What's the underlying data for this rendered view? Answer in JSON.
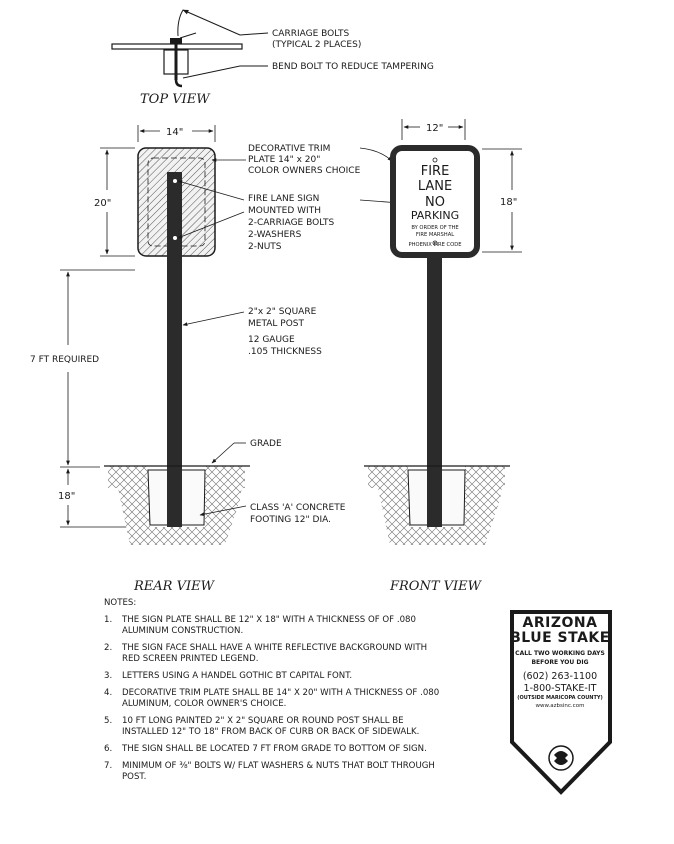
{
  "top_view": {
    "caption": "TOP VIEW",
    "callout_bolts_line1": "CARRIAGE BOLTS",
    "callout_bolts_line2": "(TYPICAL 2 PLACES)",
    "callout_bend": "BEND BOLT TO REDUCE TAMPERING"
  },
  "rear_view": {
    "caption": "REAR VIEW",
    "dim_width": "14\"",
    "dim_height": "20\"",
    "dim_post": "7 FT REQUIRED",
    "dim_footing": "18\"",
    "callout_trim": [
      "DECORATIVE TRIM",
      "PLATE 14\" x 20\"",
      "COLOR OWNERS CHOICE"
    ],
    "callout_mount": [
      "FIRE LANE SIGN",
      "MOUNTED WITH",
      "2-CARRIAGE BOLTS",
      "2-WASHERS",
      "2-NUTS"
    ],
    "callout_post": [
      "2\"x 2\" SQUARE",
      "METAL POST",
      "12 GAUGE",
      ".105 THICKNESS"
    ],
    "callout_grade": "GRADE",
    "callout_footing": [
      "CLASS 'A' CONCRETE",
      "FOOTING 12\" DIA."
    ]
  },
  "front_view": {
    "caption": "FRONT VIEW",
    "dim_width": "12\"",
    "dim_height": "18\"",
    "sign_lines": [
      "FIRE",
      "LANE",
      "NO",
      "PARKING"
    ],
    "sign_small": [
      "BY ORDER OF THE",
      "FIRE MARSHAL",
      "PHOENIX FIRE CODE"
    ]
  },
  "notes": {
    "header": "NOTES:",
    "items": [
      {
        "num": "1.",
        "text": "THE SIGN PLATE SHALL BE 12\" X 18\" WITH A THICKNESS OF OF .080 ALUMINUM CONSTRUCTION."
      },
      {
        "num": "2.",
        "text": "THE SIGN FACE SHALL HAVE A WHITE REFLECTIVE BACKGROUND WITH RED SCREEN PRINTED LEGEND."
      },
      {
        "num": "3.",
        "text": "LETTERS USING A HANDEL GOTHIC BT CAPITAL FONT."
      },
      {
        "num": "4.",
        "text": "DECORATIVE TRIM PLATE SHALL BE 14\" X 20\" WITH A THICKNESS OF .080 ALUMINUM, COLOR OWNER'S CHOICE."
      },
      {
        "num": "5.",
        "text": "10 FT LONG PAINTED 2\" X 2\" SQUARE OR ROUND POST SHALL BE INSTALLED 12\" TO 18\" FROM BACK OF CURB OR BACK OF SIDEWALK."
      },
      {
        "num": "6.",
        "text": "THE SIGN SHALL BE LOCATED 7 FT FROM GRADE TO BOTTOM OF SIGN."
      },
      {
        "num": "7.",
        "text": "MINIMUM OF ⅜\" BOLTS W/ FLAT WASHERS & NUTS THAT BOLT THROUGH POST."
      }
    ]
  },
  "blue_stake": {
    "title1": "ARIZONA",
    "title2": "BLUE STAKE",
    "call1": "CALL TWO WORKING DAYS",
    "call2": "BEFORE YOU DIG",
    "phone1": "(602) 263-1100",
    "phone2": "1-800-STAKE-IT",
    "outside": "(OUTSIDE MARICOPA COUNTY)",
    "url": "www.azbsinc.com",
    "icon": "shovel-emblem-icon"
  },
  "colors": {
    "ink": "#1a1a1a",
    "post": "#2b2b2b",
    "paper": "#ffffff"
  }
}
